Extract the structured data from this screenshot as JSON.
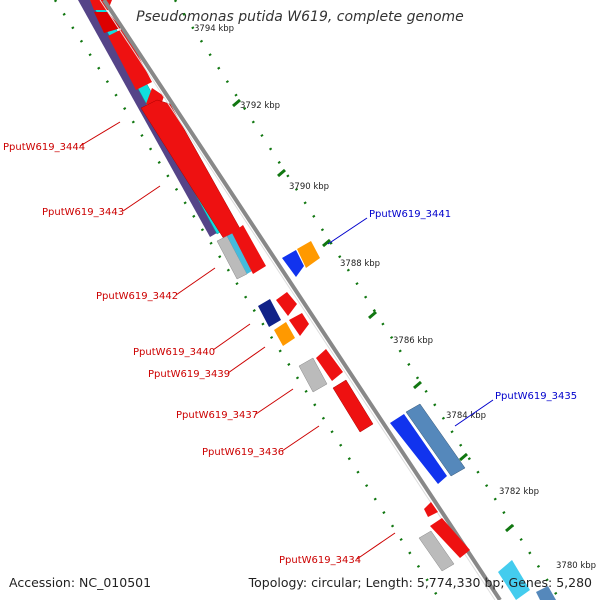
{
  "map": {
    "title": "Pseudomonas putida W619, complete genome",
    "accession": "Accession: NC_010501",
    "summary": "Topology: circular; Length: 5,774,330 bp; Genes: 5,280",
    "ticks": [
      "3794 kbp",
      "3792 kbp",
      "3790 kbp",
      "3788 kbp",
      "3786 kbp",
      "3784 kbp",
      "3782 kbp",
      "3780 kbp"
    ],
    "gene_labels": [
      {
        "text": "PputW619_3444",
        "color": "#cc0000"
      },
      {
        "text": "PputW619_3443",
        "color": "#cc0000"
      },
      {
        "text": "PputW619_3442",
        "color": "#cc0000"
      },
      {
        "text": "PputW619_3441",
        "color": "#0000cc"
      },
      {
        "text": "PputW619_3440",
        "color": "#cc0000"
      },
      {
        "text": "PputW619_3439",
        "color": "#cc0000"
      },
      {
        "text": "PputW619_3437",
        "color": "#cc0000"
      },
      {
        "text": "PputW619_3436",
        "color": "#cc0000"
      },
      {
        "text": "PputW619_3435",
        "color": "#0000cc"
      },
      {
        "text": "PputW619_3434",
        "color": "#cc0000"
      }
    ],
    "colors": {
      "cds_red": "#ee1111",
      "cds_blue": "#1133ee",
      "cds_orange": "#ff9900",
      "cds_gray": "#bbbbbb",
      "navy": "#112288",
      "purple": "#554488",
      "cyan": "#11dddd",
      "steel": "#5588bb",
      "backbone": "#888888",
      "ticks": "#117711"
    }
  }
}
